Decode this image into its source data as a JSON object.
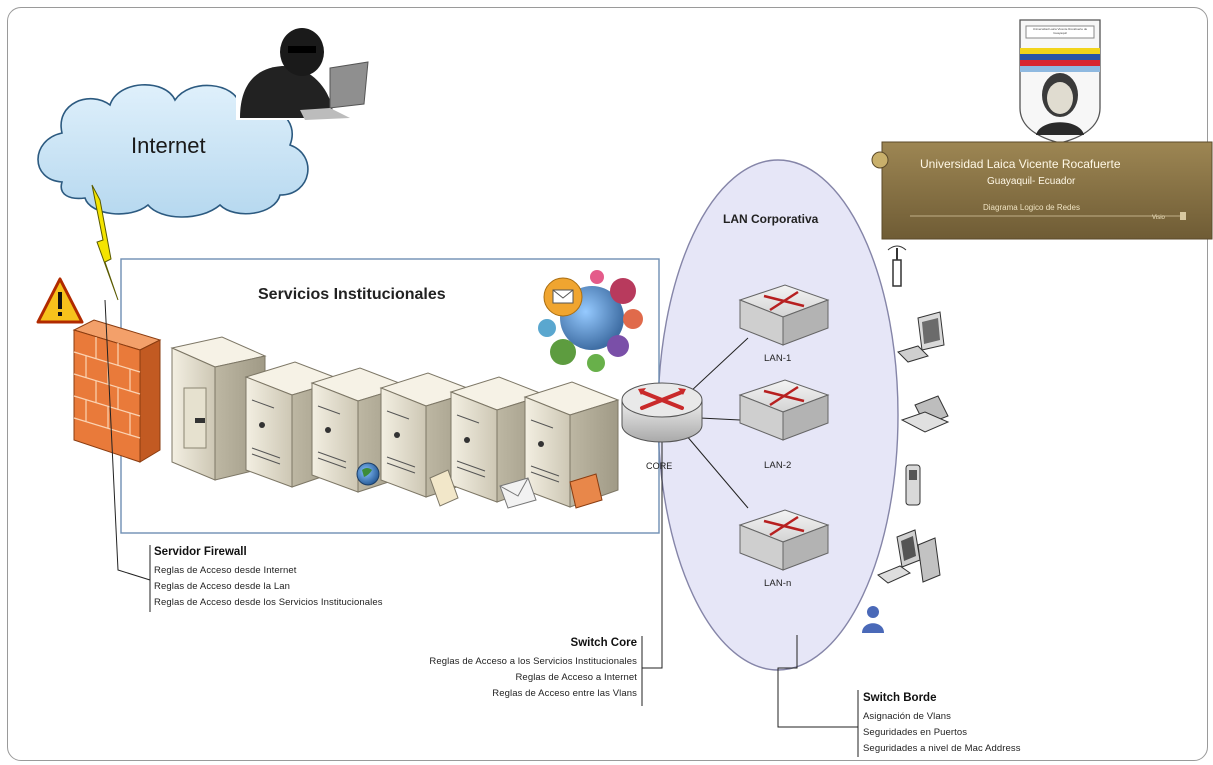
{
  "internet": {
    "label": "Internet"
  },
  "services": {
    "title": "Servicios Institucionales"
  },
  "lan": {
    "title": "LAN Corporativa",
    "switches": [
      "LAN-1",
      "LAN-2",
      "LAN-n"
    ],
    "core_label": "CORE"
  },
  "university": {
    "name": "Universidad Laica Vicente Rocafuerte",
    "city": "Guayaquil- Ecuador",
    "subtitle": "Diagrama Logico de Redes",
    "tag": "Visio",
    "seal_text": "Universidad Laica Vicente Rocafuerte de Guayaquil"
  },
  "firewall_notes": {
    "title": "Servidor Firewall",
    "lines": [
      "Reglas de Acceso desde Internet",
      "Reglas de Acceso desde la Lan",
      "Reglas de Acceso desde los Servicios Institucionales"
    ]
  },
  "core_notes": {
    "title": "Switch Core",
    "lines": [
      "Reglas de Acceso a los Servicios Institucionales",
      "Reglas de Acceso a Internet",
      "Reglas de Acceso entre las Vlans"
    ]
  },
  "edge_notes": {
    "title": "Switch Borde",
    "lines": [
      "Asignación de Vlans",
      "Seguridades en Puertos",
      "Seguridades a nivel de Mac Address"
    ]
  },
  "colors": {
    "cloud": "#c7e3f5",
    "lan_ellipse": "#e6e6f7",
    "firewall": "#e97a3a",
    "banner": "#8b7546",
    "router": "#c92a2a"
  }
}
